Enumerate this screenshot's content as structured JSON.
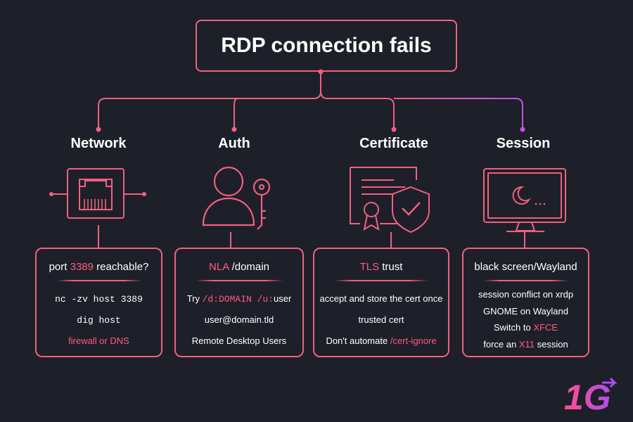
{
  "title": "RDP connection fails",
  "colors": {
    "background": "#1e2029",
    "accent": "#f06080",
    "highlight": "#ff5a7e",
    "session_connector": "#c050f0",
    "text": "#ffffff"
  },
  "columns": [
    {
      "key": "network",
      "title": "Network",
      "icon": "ethernet-port-icon",
      "card": {
        "heading": {
          "pre": "port ",
          "hl": "3389",
          "post": " reachable?"
        },
        "lines": [
          {
            "pre": "nc -zv host 3389",
            "hl": "",
            "post": ""
          },
          {
            "pre": "dig host",
            "hl": "",
            "post": ""
          },
          {
            "pre": "",
            "hl": "firewall or DNS",
            "post": ""
          }
        ]
      }
    },
    {
      "key": "auth",
      "title": "Auth",
      "icon": "user-key-icon",
      "card": {
        "heading": {
          "pre": "",
          "hl": "NLA",
          "post": " /domain"
        },
        "lines": [
          {
            "pre": "Try ",
            "hl": "/d:DOMAIN /u:",
            "post": "user"
          },
          {
            "pre": "user@domain.tld",
            "hl": "",
            "post": ""
          },
          {
            "pre": "Remote Desktop Users",
            "hl": "",
            "post": ""
          }
        ]
      }
    },
    {
      "key": "certificate",
      "title": "Certificate",
      "icon": "certificate-shield-icon",
      "card": {
        "heading": {
          "pre": "",
          "hl": "TLS",
          "post": " trust"
        },
        "lines": [
          {
            "pre": "accept and store the cert once",
            "hl": "",
            "post": ""
          },
          {
            "pre": "trusted cert",
            "hl": "",
            "post": ""
          },
          {
            "pre": "Don't automate ",
            "hl": "/cert-ignore",
            "post": ""
          }
        ]
      }
    },
    {
      "key": "session",
      "title": "Session",
      "icon": "monitor-sleep-icon",
      "card": {
        "heading": {
          "pre": "black screen/Wayland",
          "hl": "",
          "post": ""
        },
        "lines": [
          {
            "pre": "session conflict on xrdp",
            "hl": "",
            "post": ""
          },
          {
            "pre": "GNOME on Wayland",
            "hl": "",
            "post": ""
          },
          {
            "pre": "Switch to ",
            "hl": "XFCE",
            "post": ""
          },
          {
            "pre": "force an ",
            "hl": "X11",
            "post": " session"
          }
        ]
      }
    }
  ],
  "logo": {
    "text": "1G",
    "icon": "brand-logo-icon"
  }
}
